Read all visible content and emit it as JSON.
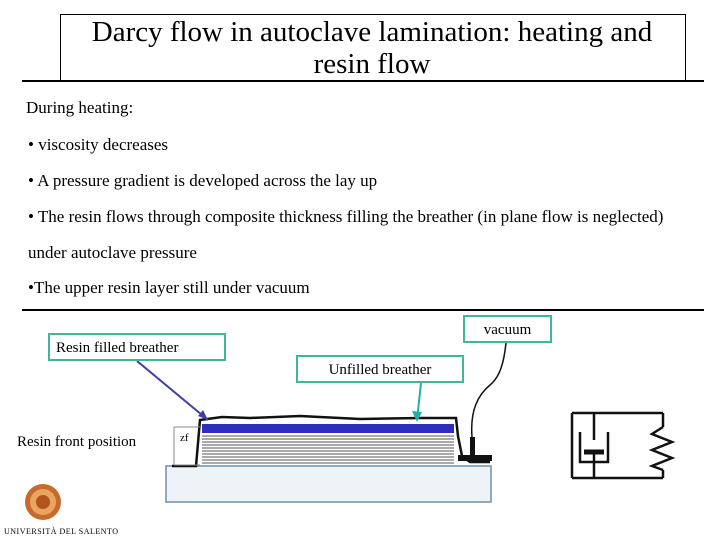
{
  "title": "Darcy flow in autoclave lamination: heating and resin flow",
  "intro": "During heating:",
  "bullets": [
    "• viscosity decreases",
    "• A pressure gradient is developed across the lay up",
    "• The resin flows through composite thickness filling the breather (in plane flow is neglected) under autoclave pressure",
    "•The upper resin layer still under vacuum"
  ],
  "labels": {
    "vacuum": "vacuum",
    "resin_filled_breather": "Resin filled breather",
    "unfilled_breather": "Unfilled breather",
    "resin_front_position": "Resin front position",
    "zf": "zf"
  },
  "logo": {
    "text": "UNIVERSITÀ DEL SALENTO"
  },
  "colors": {
    "label_border": "#3fb89a",
    "arrow": "#3f3fa6",
    "breather_blue": "#2d2dbf",
    "mould_fill": "#eef3f7",
    "rule": "#000000"
  }
}
